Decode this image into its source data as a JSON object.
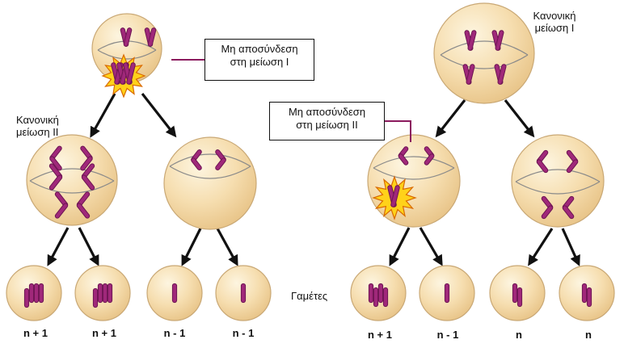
{
  "colors": {
    "cell_fill": "#f6deb0",
    "cell_highlight": "#fbf0d4",
    "cell_edge": "#c9a875",
    "chromosome": "#a0287a",
    "chromosome_dark": "#6d1552",
    "spindle": "#8a8a8a",
    "burst_fill": "#ffd21a",
    "burst_edge": "#d96a00",
    "leader_line": "#8b1a5e",
    "arrow": "#111111"
  },
  "labels": {
    "normal_meiosis_1": "Κανονική\nμείωση Ι",
    "normal_meiosis_2": "Κανονική\nμείωση ΙΙ",
    "nondisjunction_1": "Μη αποσύνδεση\nστη μείωση Ι",
    "nondisjunction_2": "Μη αποσύνδεση\nστη μείωση ΙΙ",
    "gametes": "Γαμέτες"
  },
  "gametes": {
    "left": [
      "n + 1",
      "n + 1",
      "n - 1",
      "n - 1"
    ],
    "right": [
      "n + 1",
      "n - 1",
      "n",
      "n"
    ]
  },
  "icons": {
    "nondisjunction_marker": "starburst-icon",
    "arrows": "black-arrow-icon"
  }
}
